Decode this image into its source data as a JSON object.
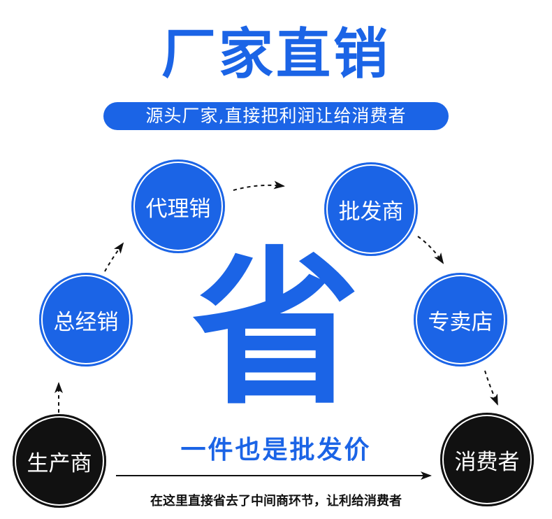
{
  "header": {
    "title": "厂家直销",
    "subtitle": "源头厂家,直接把利润让给消费者"
  },
  "nodes": {
    "manufacturer": "生产商",
    "general_distributor": "总经销",
    "agent": "代理销",
    "wholesaler": "批发商",
    "specialty_store": "专卖店",
    "consumer": "消费者"
  },
  "center": {
    "big_char": "省",
    "slogan": "一件也是批发价"
  },
  "footer": {
    "note": "在这里直接省去了中间商环节，让利给消费者"
  },
  "colors": {
    "accent_blue": "#1b64e6",
    "dark": "#111111"
  }
}
